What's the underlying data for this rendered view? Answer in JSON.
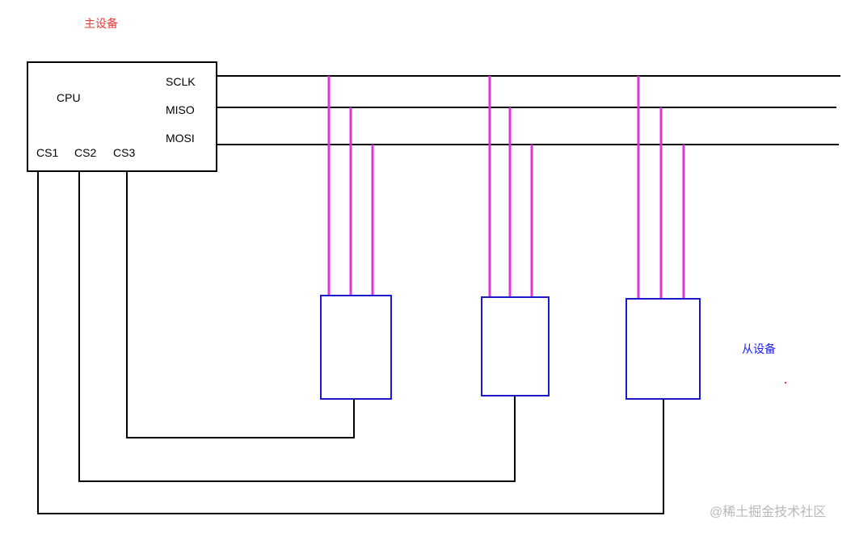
{
  "labels": {
    "master": "主设备",
    "cpu": "CPU",
    "sclk": "SCLK",
    "miso": "MISO",
    "mosi": "MOSI",
    "cs1": "CS1",
    "cs2": "CS2",
    "cs3": "CS3",
    "slave": "从设备",
    "watermark": "@稀土掘金技术社区"
  },
  "colors": {
    "line": "#000000",
    "bus_tap": "#e033e0",
    "slave_box": "#1a1acc",
    "master_label": "#e53935",
    "slave_label": "#1a1aff",
    "watermark": "#b8b8b8"
  }
}
